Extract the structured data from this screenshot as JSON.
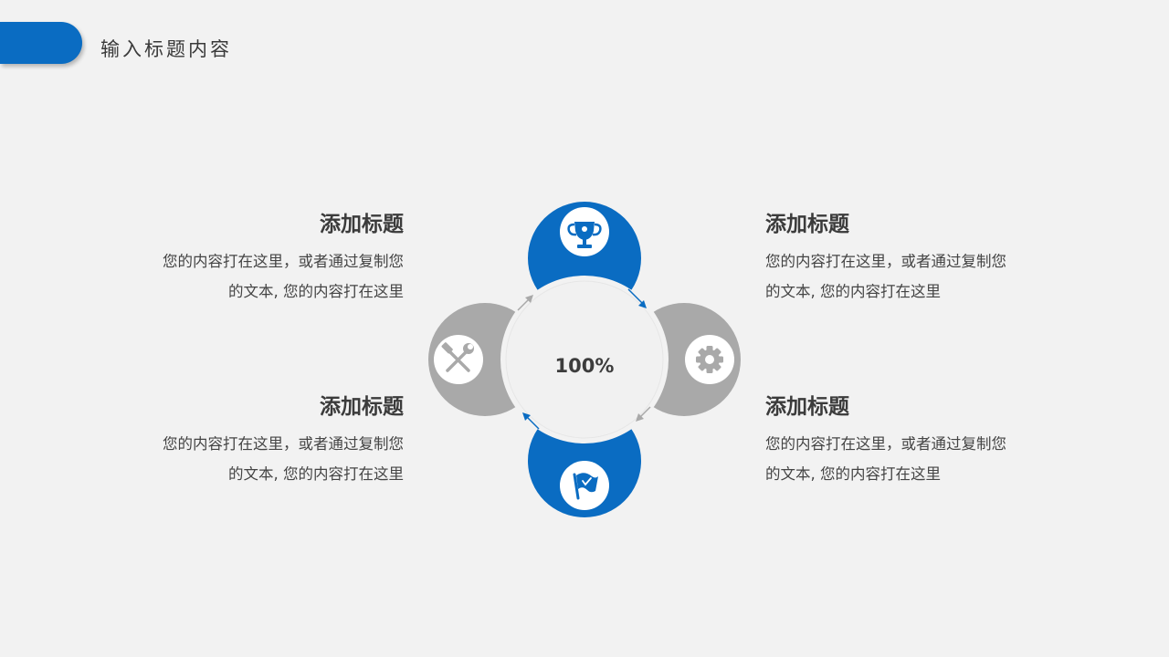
{
  "header": {
    "title": "输入标题内容"
  },
  "center": {
    "label": "100%"
  },
  "blocks": [
    {
      "title": "添加标题",
      "line1": "您的内容打在这里，或者通过复制您",
      "line2": "的文本, 您的内容打在这里"
    },
    {
      "title": "添加标题",
      "line1": "您的内容打在这里，或者通过复制您",
      "line2": "的文本, 您的内容打在这里"
    },
    {
      "title": "添加标题",
      "line1": "您的内容打在这里，或者通过复制您",
      "line2": "的文本, 您的内容打在这里"
    },
    {
      "title": "添加标题",
      "line1": "您的内容打在这里，或者通过复制您",
      "line2": "的文本, 您的内容打在这里"
    }
  ],
  "petals": [
    {
      "position": "top",
      "icon": "trophy-icon",
      "color": "#0a6cc2"
    },
    {
      "position": "right",
      "icon": "gear-icon",
      "color": "#a9a9a9"
    },
    {
      "position": "bottom",
      "icon": "flag-icon",
      "color": "#0a6cc2"
    },
    {
      "position": "left",
      "icon": "tools-icon",
      "color": "#a9a9a9"
    }
  ],
  "colors": {
    "accent": "#0a6cc2",
    "gray": "#a9a9a9",
    "background": "#f2f2f2"
  }
}
